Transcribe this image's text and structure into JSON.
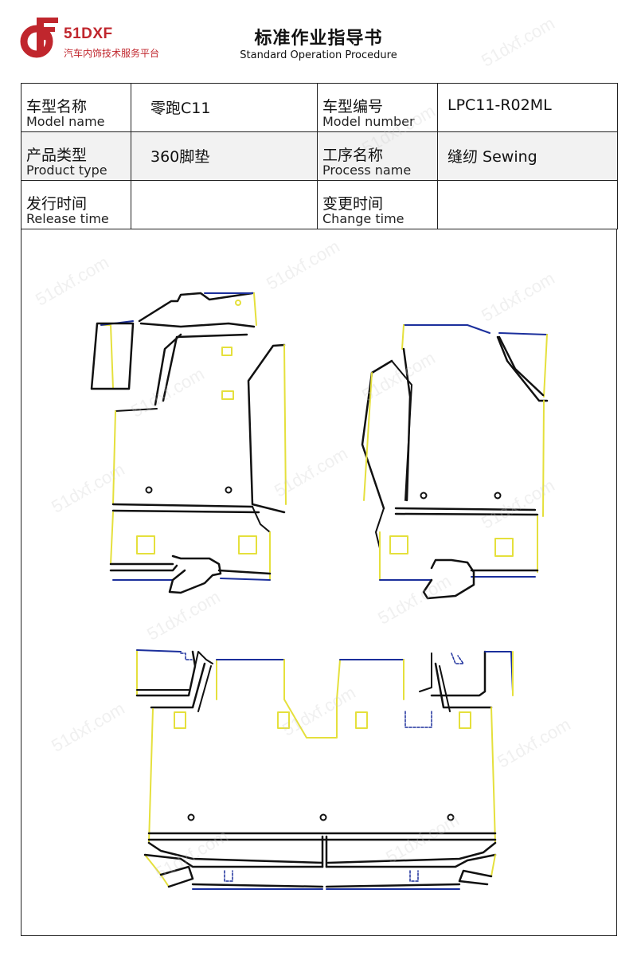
{
  "header": {
    "brand": "51DXF",
    "tagline": "汽车内饰技术服务平台",
    "title": "标准作业指导书",
    "subtitle": "Standard Operation Procedure"
  },
  "info_table": {
    "rows": [
      {
        "left_label_cn": "车型名称",
        "left_label_en": "Model name",
        "left_value": "零跑C11",
        "right_label_cn": "车型编号",
        "right_label_en": "Model number",
        "right_value": "LPC11-R02ML"
      },
      {
        "left_label_cn": "产品类型",
        "left_label_en": "Product type",
        "left_value": "360脚垫",
        "right_label_cn": "工序名称",
        "right_label_en": "Process name",
        "right_value": "缝纫 Sewing"
      },
      {
        "left_label_cn": "发行时间",
        "left_label_en": "Release time",
        "left_value": "",
        "right_label_cn": "变更时间",
        "right_label_en": "Change time",
        "right_value": ""
      }
    ]
  },
  "watermark": "51dxf.com",
  "colors": {
    "brand_red": "#c0262d",
    "outline_black": "#111111",
    "edge_yellow": "#e5e03c",
    "edge_blue": "#1b2f9c",
    "row_shade": "#f2f2f2"
  }
}
